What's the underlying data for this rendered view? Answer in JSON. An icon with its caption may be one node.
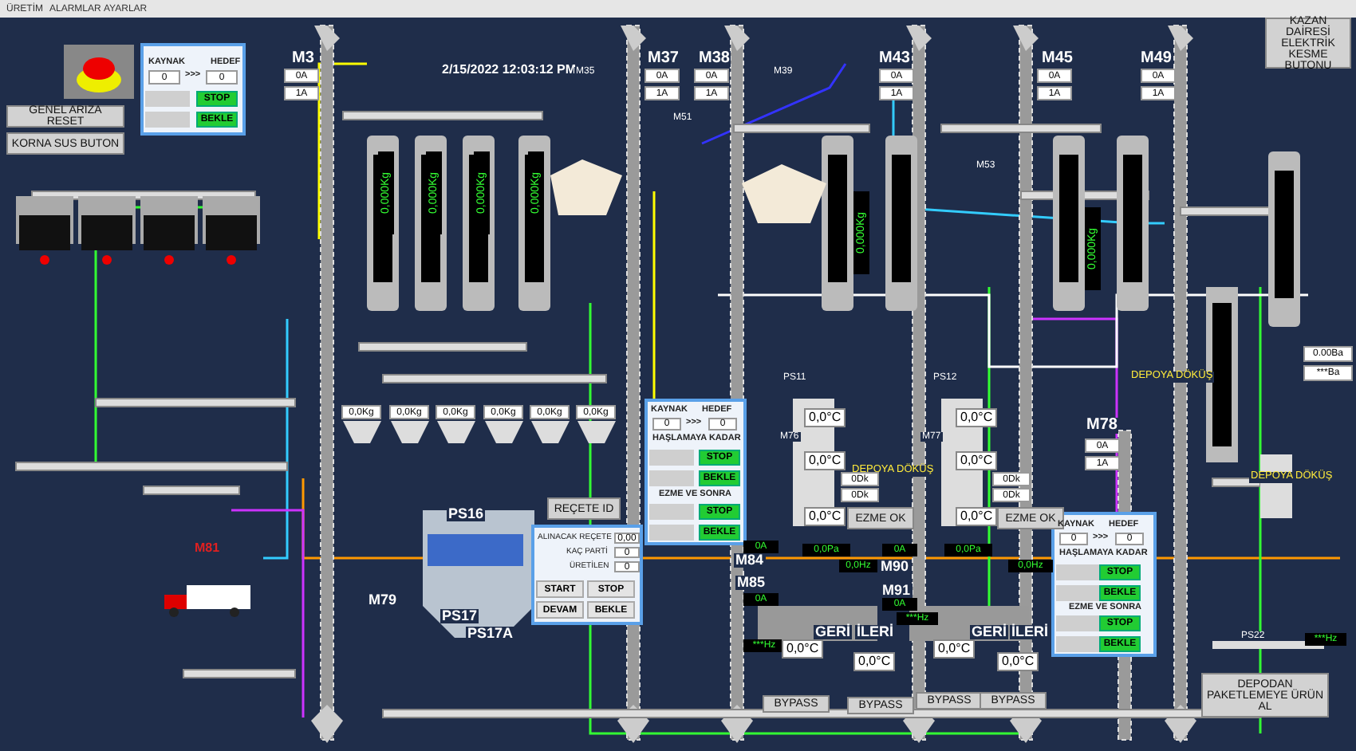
{
  "diagram": {
    "labels": [
      "ÜRETİM",
      "ALARMLAR",
      "AYARLAR",
      "KAYNAK",
      "HEDEF",
      "0",
      ">>>",
      "0",
      "STOP",
      "BEKLE",
      "GENEL ARIZA RESET",
      "KORNA SUS BUTON",
      "M3",
      "0A",
      "1A",
      "2/15/2022 12:03:12 PM",
      "M35",
      "M37",
      "0A",
      "1A",
      "M38",
      "0A",
      "1A",
      "M39",
      "M43",
      "0A",
      "1A",
      "M45",
      "0A",
      "1A",
      "M49",
      "0A",
      "1A",
      "KAZAN DAİRESİ ELEKTRİK KESME BUTONU",
      "M51",
      "M53",
      "0,000Kg",
      "0,000Kg",
      "0,000Kg",
      "0,000Kg",
      "0,000Kg",
      "0,000Kg",
      "0,0Kg",
      "0,0Kg",
      "0,0Kg",
      "0,0Kg",
      "0,0Kg",
      "0,0Kg",
      "REÇETE ID",
      "KAYNAK",
      "HEDEF",
      "0",
      ">>>",
      "0",
      "HAŞLAMAYA KADAR",
      "STOP",
      "BEKLE",
      "EZME VE SONRA",
      "STOP",
      "BEKLE",
      "PS11",
      "PS12",
      "DEPOYA DÖKÜŞ",
      "0.00Ba",
      "***Ba",
      "0,0°C",
      "0,0°C",
      "M78",
      "M76",
      "M77",
      "0A",
      "0,0°C",
      "DEPOYA DÖKÜŞ",
      "0,0°C",
      "1A",
      "0Dk",
      "0Dk",
      "DEPOYA DÖKÜŞ",
      "0Dk",
      "0Dk",
      "PS16",
      "0,0°C",
      "EZME OK",
      "0,0°C",
      "EZME OK",
      "ALINACAK REÇETE",
      "0,00",
      "KAÇ PARTİ",
      "0",
      "ÜRETİLEN",
      "0",
      "START",
      "STOP",
      "DEVAM",
      "BEKLE",
      "M79",
      "PS17",
      "PS17A",
      "M81",
      "KAYNAK",
      "HEDEF",
      "0",
      ">>>",
      "0",
      "HAŞLAMAYA KADAR",
      "STOP",
      "BEKLE",
      "EZME VE SONRA",
      "STOP",
      "BEKLE",
      "M84",
      "M85",
      "M90",
      "M91",
      "0A",
      "0,0Pa",
      "0A",
      "0,0Hz",
      "0A",
      "0A",
      "***Hz",
      "***Hz",
      "0,0Pa",
      "0,0Hz",
      "GERİ",
      "İLERİ",
      "GERİ",
      "İLERİ",
      "0,0°C",
      "0,0°C",
      "0,0°C",
      "0,0°C",
      "BYPASS",
      "BYPASS",
      "BYPASS",
      "BYPASS",
      "PS22",
      "***Hz",
      "DEPODAN PAKETLEMEYE ÜRÜN AL"
    ]
  }
}
